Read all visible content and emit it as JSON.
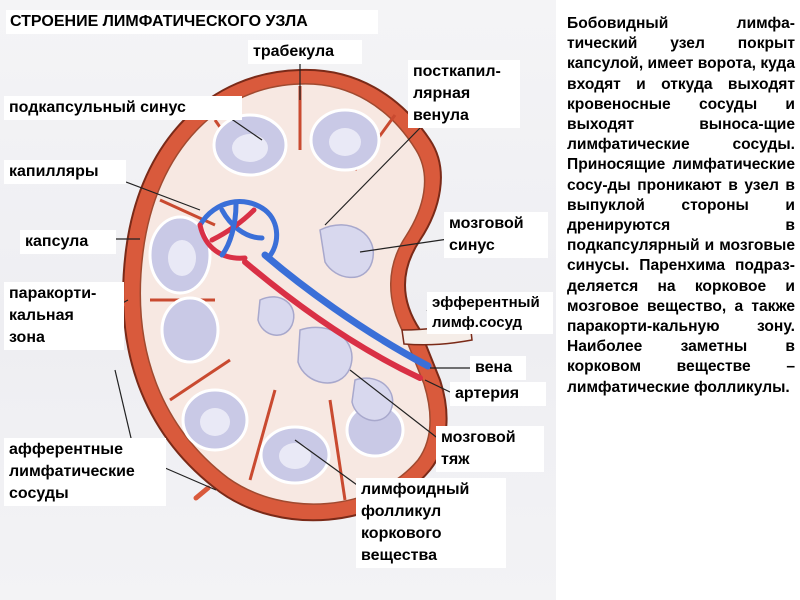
{
  "title": "СТРОЕНИЕ ЛИМФАТИЧЕСКОГО УЗЛА",
  "labels": {
    "trabecula": "трабекула",
    "subcapsular_sinus": "подкапсульный синус",
    "capillaries": "капилляры",
    "capsule": "капсула",
    "paracortical_zone": "паракорти-\nкальная\nзона",
    "afferent_vessels": "афферентные\nлимфатические\nсосуды",
    "postcapillary_venule": "посткапил-\nлярная\nвенула",
    "medullary_sinus": "мозговой\nсинус",
    "efferent_vessel": "эфферентный\nлимф.сосуд",
    "vein": "вена",
    "artery": "артерия",
    "medullary_cord": "мозговой\nтяж",
    "lymphoid_follicle": "лимфоидный\nфолликул\nкоркового\nвещества"
  },
  "description": "Бобовидный лимфа-тический узел покрыт капсулой, имеет ворота, куда входят и откуда выходят кровеносные сосуды и выходят выноса-щие лимфатические сосуды. Приносящие лимфатические сосу-ды проникают в узел в выпуклой стороны и дренируются в подкапсулярный и мозговые синусы. Паренхима подраз-деляется на корковое и мозговое вещество, а также паракорти-кальную зону. Наиболее заметны в корковом веществе – лимфатические фолликулы.",
  "colors": {
    "capsule": "#d95a3c",
    "sinus": "#f7e8e2",
    "follicle": "#c9c9e6",
    "artery": "#d93045",
    "vein": "#3a6fd8"
  }
}
